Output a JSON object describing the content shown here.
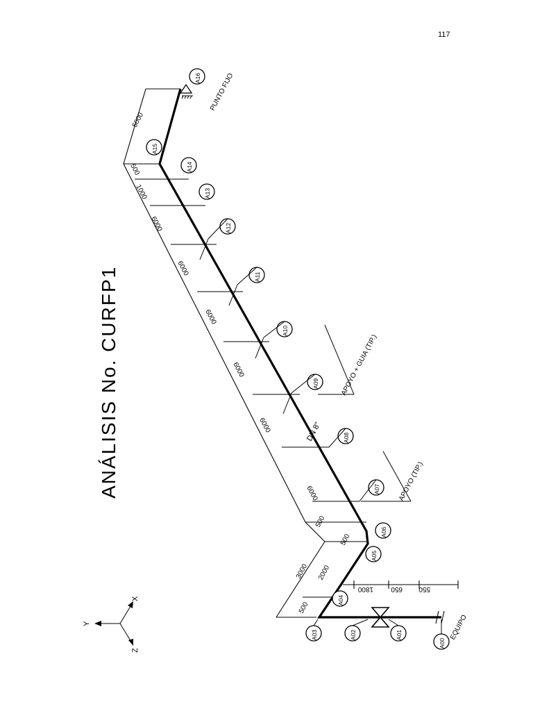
{
  "page": {
    "number": "117"
  },
  "title": "ANÁLISIS No. CURFP1",
  "axes": {
    "x": "X",
    "y": "Y",
    "z": "Z"
  },
  "pipe": {
    "size_label": "DN 8\""
  },
  "nodes": [
    {
      "id": "A00",
      "label": "A00"
    },
    {
      "id": "A01",
      "label": "A01"
    },
    {
      "id": "A02",
      "label": "A02"
    },
    {
      "id": "A03",
      "label": "A03"
    },
    {
      "id": "A04",
      "label": "A04"
    },
    {
      "id": "A05",
      "label": "A05"
    },
    {
      "id": "A06",
      "label": "A06"
    },
    {
      "id": "A07",
      "label": "A07"
    },
    {
      "id": "A08",
      "label": "A08"
    },
    {
      "id": "A09",
      "label": "A09"
    },
    {
      "id": "A10",
      "label": "A10"
    },
    {
      "id": "A11",
      "label": "A11"
    },
    {
      "id": "A12",
      "label": "A12"
    },
    {
      "id": "A13",
      "label": "A13"
    },
    {
      "id": "A14",
      "label": "A14"
    },
    {
      "id": "A15",
      "label": "A15"
    },
    {
      "id": "A16",
      "label": "A16"
    }
  ],
  "labels": {
    "equipo": "EQUIPO",
    "punto_fijo": "PUNTO FIJO",
    "apoyo_guia": "APOYO + GUIA (TIP.)",
    "apoyo": "APOYO (TIP.)"
  },
  "dimensions": {
    "d_550": "550",
    "d_650": "650",
    "d_1800": "1800",
    "d_500a": "500",
    "d_2000": "2000",
    "d_3000": "3000",
    "d_500b": "500",
    "d_500c": "500",
    "d_6000_1": "6000",
    "d_6000_2": "6000",
    "d_6000_3": "6000",
    "d_6000_4": "6000",
    "d_6000_5": "6000",
    "d_6000_6": "6000",
    "d_1000": "1000",
    "d_500d": "500",
    "d_5000": "5000"
  }
}
